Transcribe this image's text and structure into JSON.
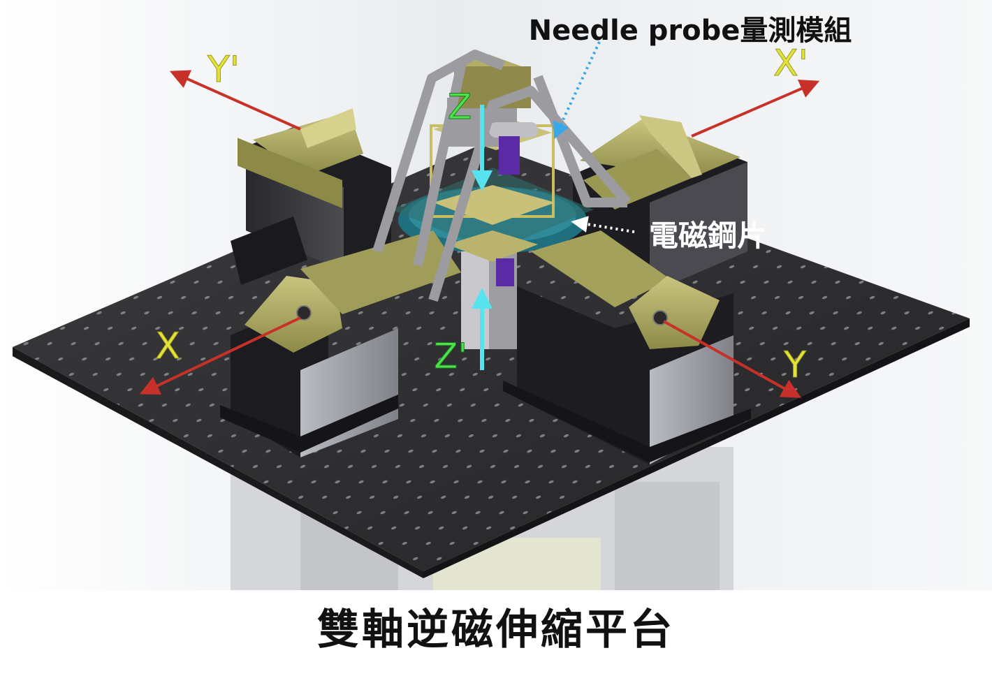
{
  "caption": "雙軸逆磁伸縮平台",
  "labels": {
    "needle_probe": "Needle probe量測模組",
    "electromagnetic_sheet": "電磁鋼片"
  },
  "axes": {
    "x": "X",
    "x_prime": "X'",
    "y": "Y",
    "y_prime": "Y'",
    "z": "Z",
    "z_prime": "Z'"
  },
  "colors": {
    "axis_arrow": "#c8312a",
    "axis_label": "#e3e23a",
    "z_label": "#4be24b",
    "z_arrow": "#57e3ee",
    "probe_pointer": "#38a8e8",
    "board": "#2e2e30",
    "block_olive": "#a7a45c",
    "block_dark": "#1f1f23",
    "disc": "#1f6f7f"
  }
}
